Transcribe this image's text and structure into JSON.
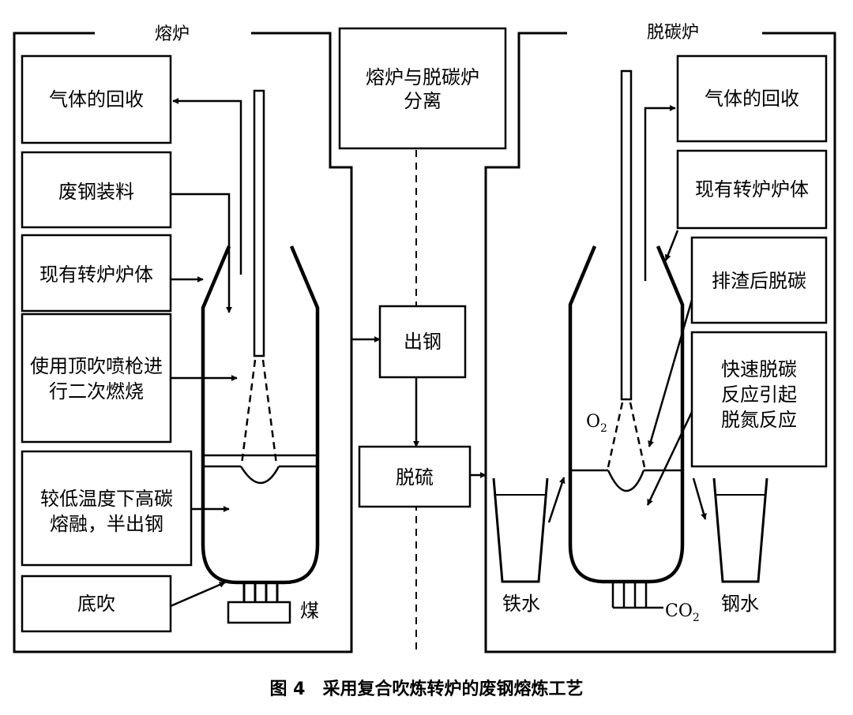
{
  "left": {
    "title": "熔炉",
    "boxes": {
      "gas": "气体的回收",
      "scrap": "废钢装料",
      "body": "现有转炉炉体",
      "lance": [
        "使用顶吹喷枪进",
        "行二次燃烧"
      ],
      "melt": [
        "较低温度下高碳",
        "熔融，半出钢"
      ],
      "bottom": "底吹"
    },
    "coal": "煤"
  },
  "middle": {
    "separation": [
      "熔炉与脱碳炉",
      "分离"
    ],
    "tap": "出钢",
    "desulf": "脱硫"
  },
  "right": {
    "title": "脱碳炉",
    "boxes": {
      "gas": "气体的回收",
      "body": "现有转炉炉体",
      "slag": "排渣后脱碳",
      "reaction": [
        "快速脱碳",
        "反应引起",
        "脱氮反应"
      ]
    },
    "o2": "O",
    "o2_sub": "2",
    "co2": "CO",
    "co2_sub": "2",
    "hot_metal": "铁水",
    "molten_steel": "钢水"
  },
  "caption": "图 4　采用复合吹炼转炉的废钢熔炼工艺"
}
